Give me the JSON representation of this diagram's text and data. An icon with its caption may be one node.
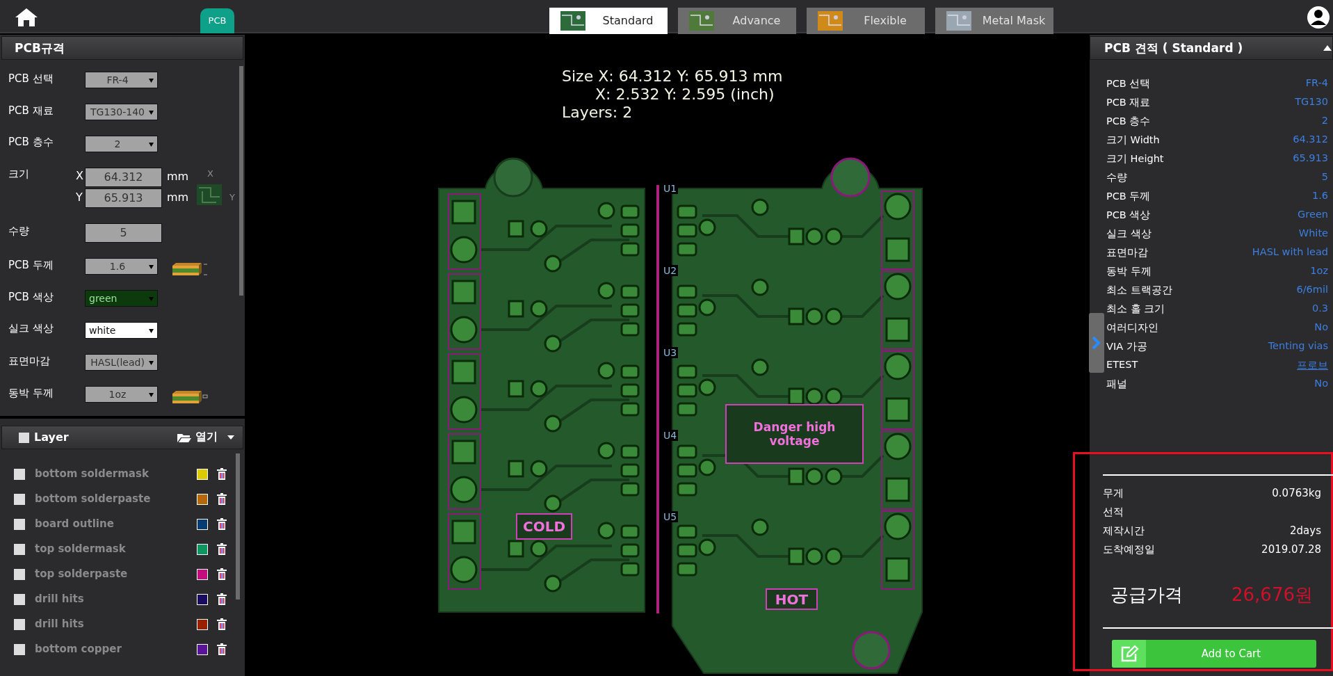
{
  "diagram": {
    "nodes": [
      {
        "text": [
          "PCB"
        ]
      },
      {
        "text": [
          "Standard"
        ]
      },
      {
        "text": [
          "Advance"
        ]
      },
      {
        "text": [
          "Flexible"
        ]
      },
      {
        "text": [
          "Metal Mask"
        ]
      },
      {
        "text": [
          "PCB규격"
        ]
      },
      {
        "text": [
          "FR-4"
        ]
      },
      {
        "text": [
          "TG130-140"
        ]
      },
      {
        "text": [
          "2"
        ]
      },
      {
        "text": [
          "64.312"
        ]
      },
      {
        "text": [
          "65.913"
        ]
      },
      {
        "text": [
          "5"
        ]
      },
      {
        "text": [
          "1.6"
        ]
      },
      {
        "text": [
          "green"
        ]
      },
      {
        "text": [
          "white"
        ]
      },
      {
        "text": [
          "HASL(lead)"
        ]
      },
      {
        "text": [
          "1oz"
        ]
      },
      {
        "text": [
          "Layer",
          "열기"
        ]
      },
      {
        "text": [
          "PCB 견적 ( Standard )"
        ]
      },
      {
        "text": [
          "무게",
          "0.0763kg",
          "선적",
          "제작시간",
          "2days",
          "도착예정일",
          "2019.07.28",
          "공급가격",
          "26,676원"
        ]
      },
      {
        "text": [
          "Add to Cart"
        ],
        "in": 19
      },
      {
        "text": [
          "Danger high voltage"
        ]
      },
      {
        "text": [
          "COLD"
        ]
      },
      {
        "text": [
          "HOT"
        ]
      }
    ],
    "labels": [
      "PCB 선택",
      "PCB 재료",
      "PCB 층수",
      "크기",
      "X",
      "mm",
      "X",
      "Y",
      "mm",
      "Y",
      "수량",
      "PCB 두께",
      "PCB 색상",
      "실크 색상",
      "표면마감",
      "동박 두께",
      "Size X: 64.312 Y: 65.913 mm",
      "X: 2.532 Y: 2.595 (inch)",
      "Layers: 2",
      "PCB 선택",
      "FR-4",
      "PCB 재료",
      "TG130",
      "PCB 층수",
      "2",
      "크기 Width",
      "64.312",
      "크기 Height",
      "65.913",
      "수량",
      "5",
      "PCB 두께",
      "1.6",
      "PCB 색상",
      "Green",
      "실크 색상",
      "White",
      "표면마감",
      "HASL with lead",
      "동박 두께",
      "1oz",
      "최소 트랙공간",
      "6/6mil",
      "최소 홀 크기",
      "0.3",
      "여러디자인",
      "No",
      "VIA 가공",
      "Tenting vias",
      "ETEST",
      "프로브",
      "패널",
      "No",
      "U1",
      "U2",
      "U3",
      "U4",
      "U5"
    ],
    "legend": [
      {
        "text": "bottom soldermask",
        "color": "#dccb00"
      },
      {
        "text": "bottom solderpaste",
        "color": "#b8680c"
      },
      {
        "text": "board outline",
        "color": "#063c72"
      },
      {
        "text": "top soldermask",
        "color": "#0e9660"
      },
      {
        "text": "top solderpaste",
        "color": "#c40c7e"
      },
      {
        "text": "drill hits",
        "color": "#1a0a60"
      },
      {
        "text": "drill hits",
        "color": "#9a2000"
      },
      {
        "text": "bottom copper",
        "color": "#5a149a"
      }
    ]
  }
}
